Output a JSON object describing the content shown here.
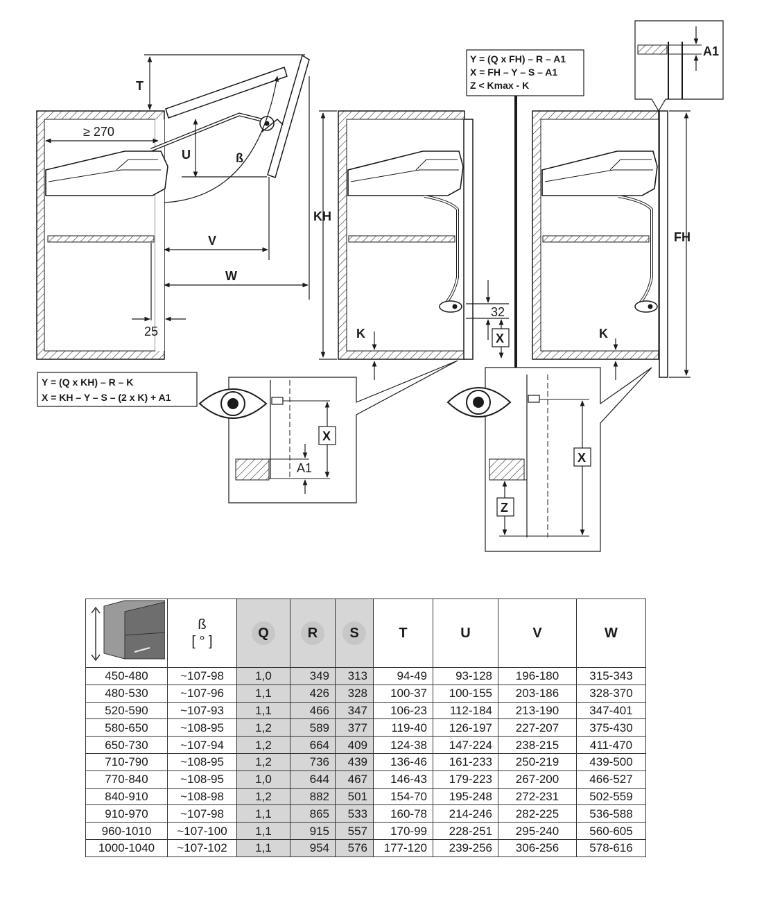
{
  "diagram": {
    "labels": {
      "T": "T",
      "U": "U",
      "beta": "ß",
      "min_depth": "≥ 270",
      "V": "V",
      "W": "W",
      "offset_25": "25",
      "KH": "KH",
      "K_left": "K",
      "K_right": "K",
      "X_left": "X",
      "X_detail_left": "X",
      "X_detail_right": "X",
      "A1_detail": "A1",
      "A1_top": "A1",
      "gap_32": "32",
      "FH": "FH",
      "Z": "Z"
    },
    "formula_left": {
      "line1": "Y = (Q x KH) – R – K",
      "line2": "X = KH – Y – S – (2 x K) + A1"
    },
    "formula_right": {
      "line1": "Y = (Q x FH) – R – A1",
      "line2": "X = FH – Y – S – A1",
      "line3": "Z < Kmax - K"
    }
  },
  "table": {
    "headers": {
      "beta": "ß",
      "beta_unit": "[ ° ]",
      "Q": "Q",
      "R": "R",
      "S": "S",
      "T": "T",
      "U": "U",
      "V": "V",
      "W": "W"
    },
    "rows": [
      [
        "450-480",
        "~107-98",
        "1,0",
        "349",
        "313",
        "94-49",
        "93-128",
        "196-180",
        "315-343"
      ],
      [
        "480-530",
        "~107-96",
        "1,1",
        "426",
        "328",
        "100-37",
        "100-155",
        "203-186",
        "328-370"
      ],
      [
        "520-590",
        "~107-93",
        "1,1",
        "466",
        "347",
        "106-23",
        "112-184",
        "213-190",
        "347-401"
      ],
      [
        "580-650",
        "~108-95",
        "1,2",
        "589",
        "377",
        "119-40",
        "126-197",
        "227-207",
        "375-430"
      ],
      [
        "650-730",
        "~107-94",
        "1,2",
        "664",
        "409",
        "124-38",
        "147-224",
        "238-215",
        "411-470"
      ],
      [
        "710-790",
        "~108-95",
        "1,2",
        "736",
        "439",
        "136-46",
        "161-233",
        "250-219",
        "439-500"
      ],
      [
        "770-840",
        "~108-95",
        "1,0",
        "644",
        "467",
        "146-43",
        "179-223",
        "267-200",
        "466-527"
      ],
      [
        "840-910",
        "~108-98",
        "1,2",
        "882",
        "501",
        "154-70",
        "195-248",
        "272-231",
        "502-559"
      ],
      [
        "910-970",
        "~107-98",
        "1,1",
        "865",
        "533",
        "160-78",
        "214-246",
        "282-225",
        "536-588"
      ],
      [
        "960-1010",
        "~107-100",
        "1,1",
        "915",
        "557",
        "170-99",
        "228-251",
        "295-240",
        "560-605"
      ],
      [
        "1000-1040",
        "~107-102",
        "1,1",
        "954",
        "576",
        "177-120",
        "239-256",
        "306-256",
        "578-616"
      ]
    ]
  }
}
